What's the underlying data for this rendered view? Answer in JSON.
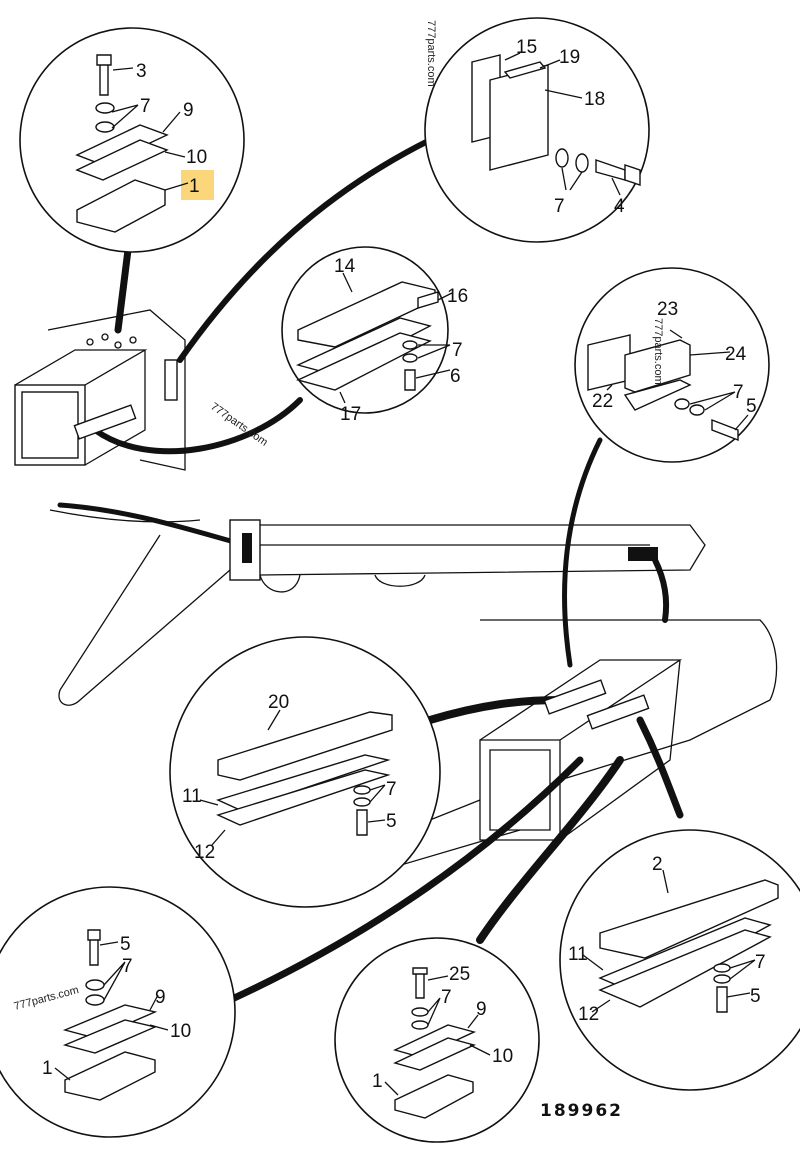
{
  "drawing_number": "189962",
  "watermark": "777parts.com",
  "highlight_color": "#fcd67a",
  "details": [
    {
      "callouts": [
        "3",
        "7",
        "9",
        "10",
        "1"
      ],
      "highlighted": "1"
    },
    {
      "callouts": [
        "15",
        "19",
        "18",
        "7",
        "4"
      ]
    },
    {
      "callouts": [
        "14",
        "16",
        "7",
        "6",
        "17"
      ]
    },
    {
      "callouts": [
        "23",
        "24",
        "7",
        "5",
        "22"
      ]
    },
    {
      "callouts": [
        "20",
        "11",
        "7",
        "5",
        "12"
      ]
    },
    {
      "callouts": [
        "5",
        "7",
        "9",
        "10",
        "1"
      ]
    },
    {
      "callouts": [
        "25",
        "7",
        "9",
        "10",
        "1"
      ]
    },
    {
      "callouts": [
        "2",
        "11",
        "7",
        "5",
        "12"
      ]
    }
  ]
}
